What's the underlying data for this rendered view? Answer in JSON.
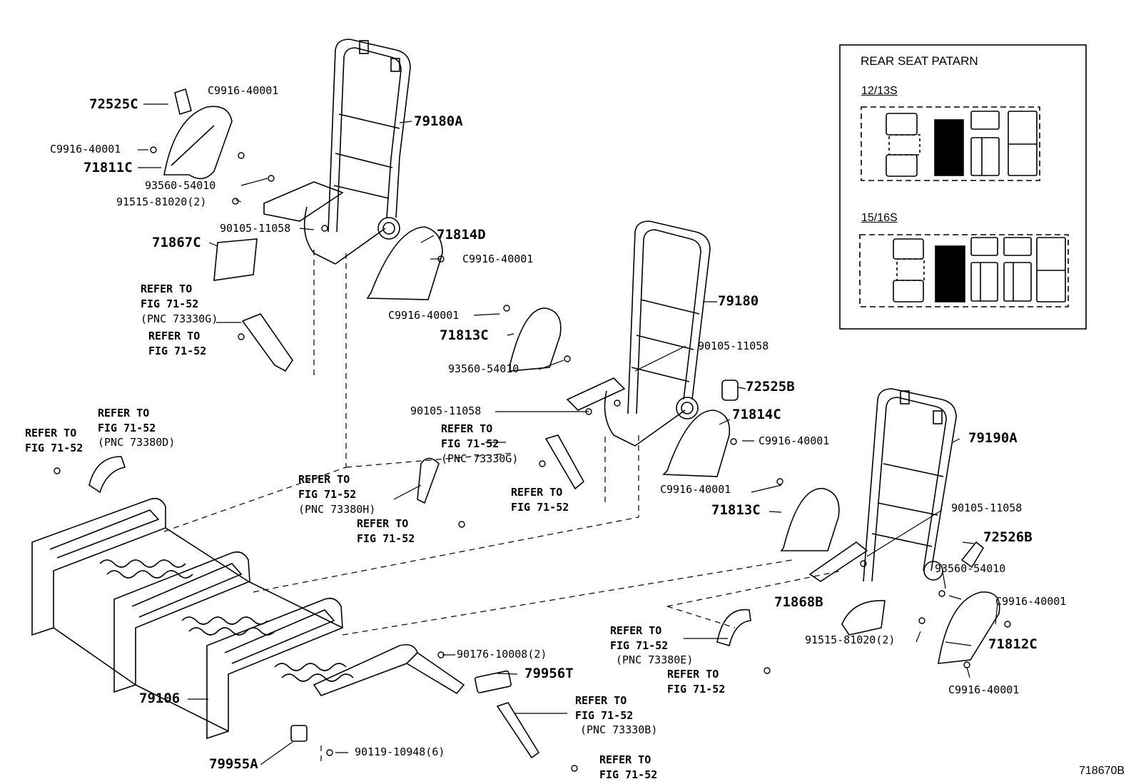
{
  "inset": {
    "title": "REAR SEAT PATARN",
    "pattern_a": "12/13S",
    "pattern_b": "15/16S"
  },
  "parts": {
    "p72525C": "72525C",
    "pC9916_a": "C9916-40001",
    "pC9916_b": "C9916-40001",
    "p71811C": "71811C",
    "p93560_a": "93560-54010",
    "p91515_a": "91515-81020(2)",
    "p79180A": "79180A",
    "p71867C": "71867C",
    "p90105_a": "90105-11058",
    "p71814D": "71814D",
    "pC9916_c": "C9916-40001",
    "pC9916_d": "C9916-40001",
    "p71813C_a": "71813C",
    "p93560_b": "93560-54010",
    "p79180": "79180",
    "p90105_b": "90105-11058",
    "p72525B": "72525B",
    "p90105_c": "90105-11058",
    "p71814C": "71814C",
    "pC9916_e": "C9916-40001",
    "p79190A": "79190A",
    "pC9916_f": "C9916-40001",
    "p71813C_b": "71813C",
    "p90105_d": "90105-11058",
    "p72526B": "72526B",
    "p93560_c": "93560-54010",
    "p71868B": "71868B",
    "pC9916_g": "C9916-40001",
    "p91515_b": "91515-81020(2)",
    "p71812C": "71812C",
    "pC9916_h": "C9916-40001",
    "p90176": "90176-10008(2)",
    "p79956T": "79956T",
    "p79106": "79106",
    "p79955A": "79955A",
    "p90119": "90119-10948(6)",
    "figure_id": "718670B"
  },
  "refs": {
    "refer_to": "REFER TO",
    "fig": "FIG 71-52",
    "pnc_73330G": "(PNC 73330G)",
    "pnc_73380D": "(PNC 73380D)",
    "pnc_73380H": "(PNC 73380H)",
    "pnc_73380E": "(PNC 73380E)",
    "pnc_73330B": "(PNC 73330B)"
  }
}
